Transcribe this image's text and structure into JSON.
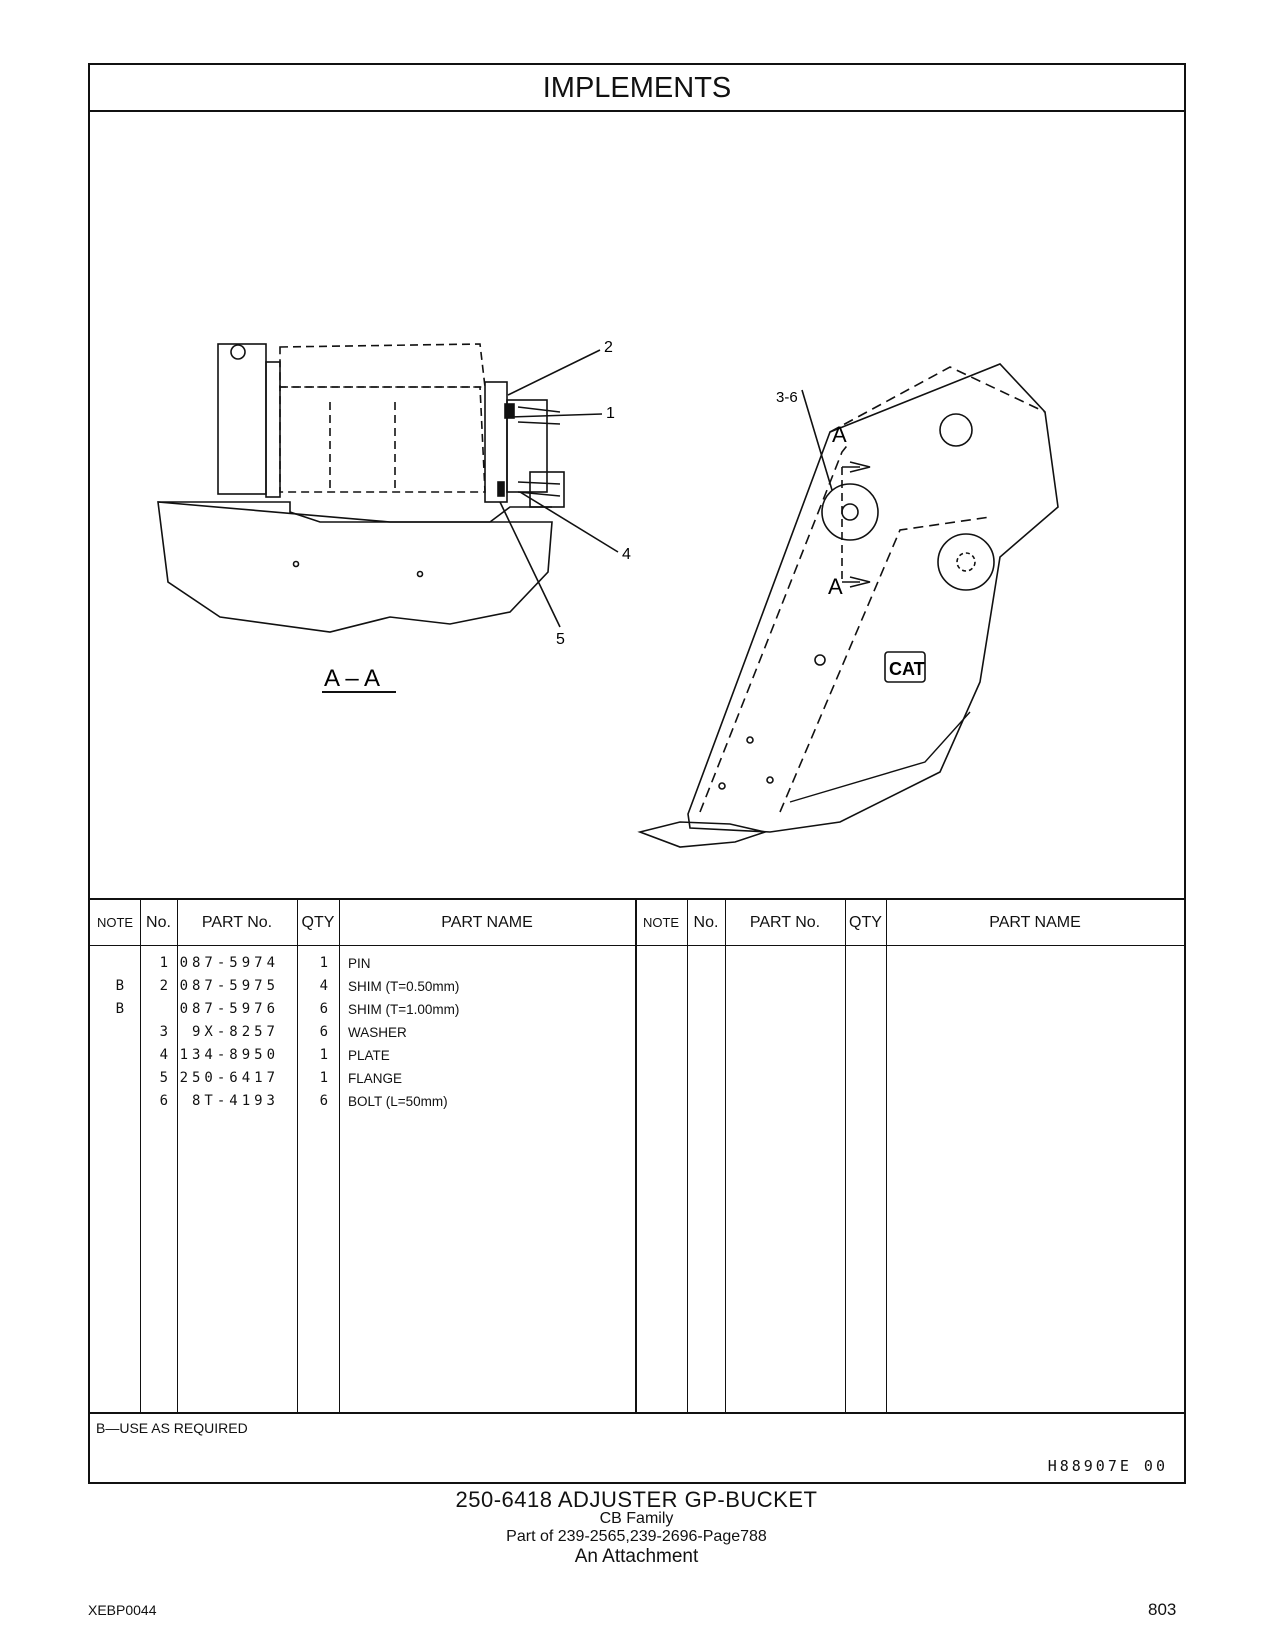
{
  "header": {
    "title": "IMPLEMENTS"
  },
  "illustration": {
    "section_label": "A – A",
    "callouts": [
      "1",
      "2",
      "3-6",
      "4",
      "5"
    ],
    "view_markers": [
      "A",
      "A"
    ],
    "logo_text": "CAT"
  },
  "table": {
    "columns": [
      "NOTE",
      "No.",
      "PART No.",
      "QTY",
      "PART NAME"
    ],
    "rows": [
      {
        "note": "",
        "no": "1",
        "part_no": "087-5974",
        "qty": "1",
        "name": "PIN"
      },
      {
        "note": "B",
        "no": "2",
        "part_no": "087-5975",
        "qty": "4",
        "name": "SHIM (T=0.50mm)"
      },
      {
        "note": "B",
        "no": "",
        "part_no": "087-5976",
        "qty": "6",
        "name": "SHIM (T=1.00mm)"
      },
      {
        "note": "",
        "no": "3",
        "part_no": "9X-8257",
        "qty": "6",
        "name": "WASHER"
      },
      {
        "note": "",
        "no": "4",
        "part_no": "134-8950",
        "qty": "1",
        "name": "PLATE"
      },
      {
        "note": "",
        "no": "5",
        "part_no": "250-6417",
        "qty": "1",
        "name": "FLANGE"
      },
      {
        "note": "",
        "no": "6",
        "part_no": "8T-4193",
        "qty": "6",
        "name": "BOLT (L=50mm)"
      }
    ]
  },
  "footnote": "B—USE  AS  REQUIRED",
  "drawing_code": "H88907E    00",
  "caption": {
    "line1": "250-6418   ADJUSTER  GP-BUCKET",
    "line2": "CB  Family",
    "line3": "Part of 239-2565,239-2696-Page788",
    "line4": "An Attachment"
  },
  "doc_id": "XEBP0044",
  "page_number": "803"
}
